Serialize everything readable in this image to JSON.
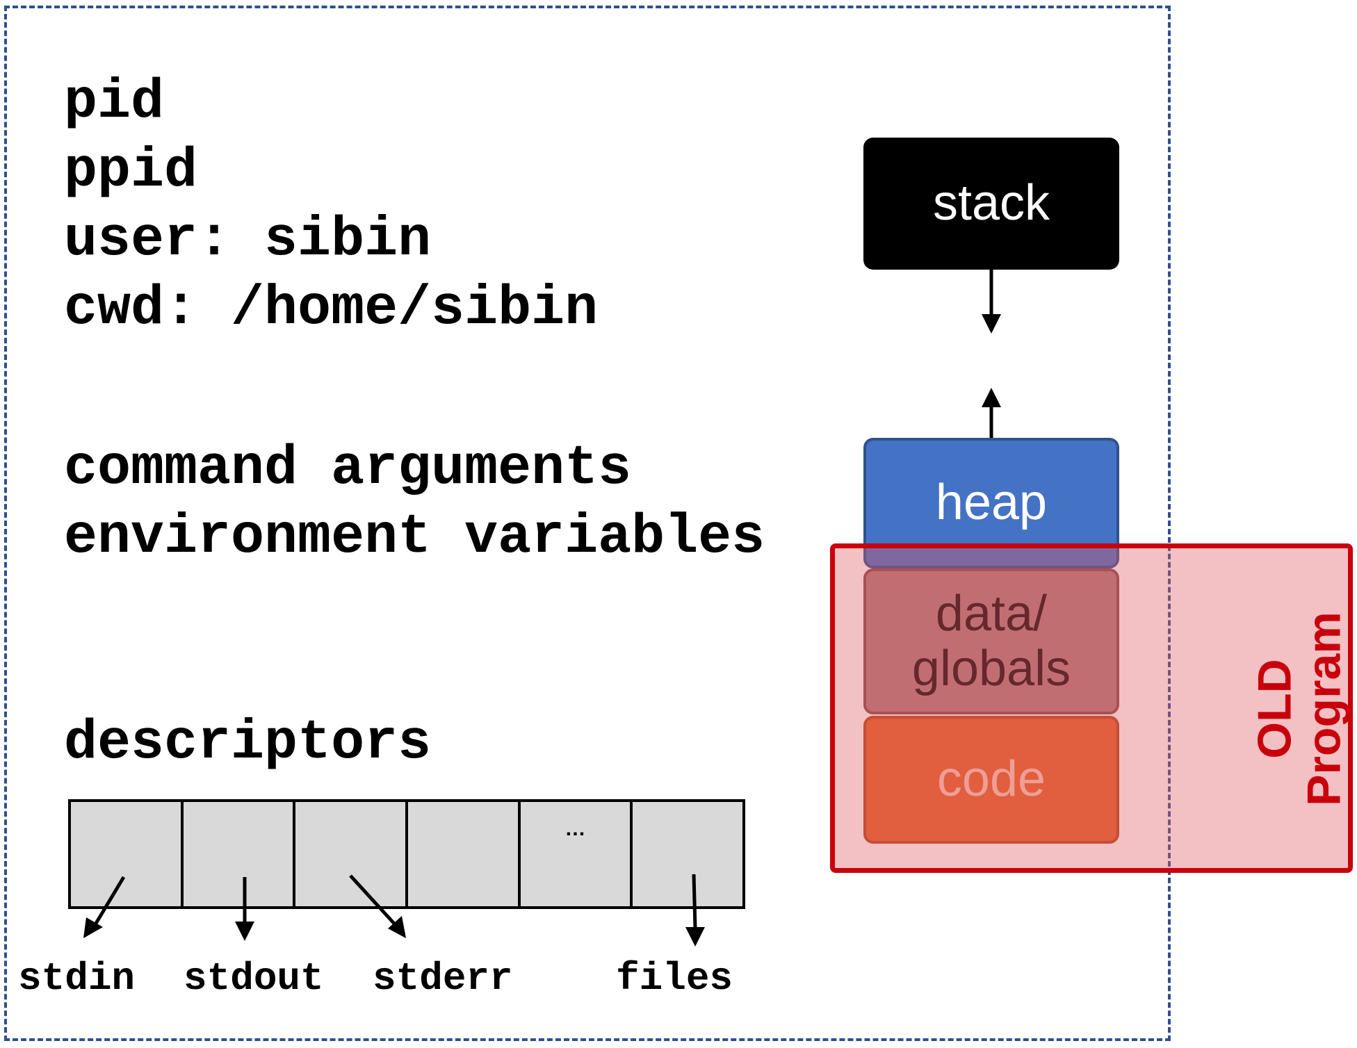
{
  "process": {
    "attrs": {
      "pid": "pid",
      "ppid": "ppid",
      "user": "user: sibin",
      "cwd": "cwd: /home/sibin"
    },
    "args": {
      "command_arguments": "command arguments",
      "environment_variables": "environment variables"
    },
    "descriptors": {
      "title": "descriptors",
      "cells": [
        "",
        "",
        "",
        "",
        "…",
        ""
      ],
      "labels": {
        "stdin": "stdin",
        "stdout": "stdout",
        "stderr": "stderr",
        "files": "files"
      }
    }
  },
  "memory": {
    "stack": "stack",
    "heap": "heap",
    "data_line1": "data/",
    "data_line2": "globals",
    "code": "code"
  },
  "old_program": {
    "line1": "OLD",
    "line2": "Program"
  },
  "colors": {
    "process_border": "#2f4f8f",
    "stack": "#000000",
    "heap": "#4472c4",
    "data": "#ae7b7b",
    "code": "#e26128",
    "old_program": "#c8000c"
  }
}
